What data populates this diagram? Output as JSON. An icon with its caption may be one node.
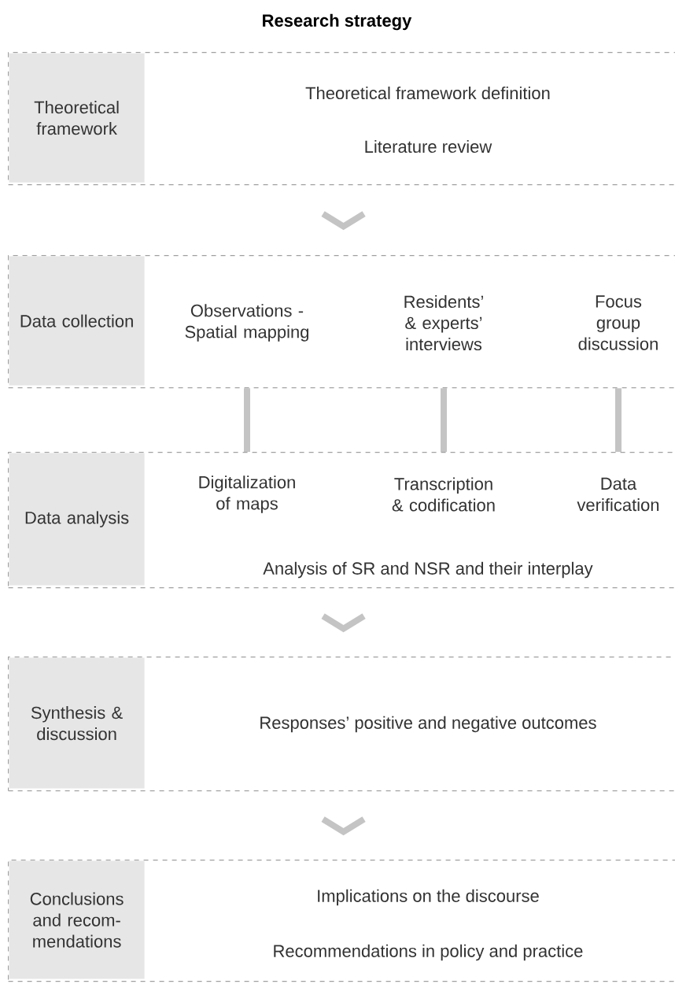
{
  "diagram": {
    "title": "Research strategy",
    "nodes": [
      {
        "text": [
          "Theoretical framework",
          "Theoretical framework definition",
          "Literature review"
        ]
      },
      {
        "text": [
          "Data collection"
        ]
      },
      {
        "text": [
          "Observations - Spatial mapping"
        ],
        "in": 1
      },
      {
        "text": [
          "Residents’ & experts’ interviews"
        ],
        "in": 1
      },
      {
        "text": [
          "Focus group discussion"
        ],
        "in": 1
      },
      {
        "text": [
          "Data analysis",
          "Analysis of SR and NSR and their interplay"
        ]
      },
      {
        "text": [
          "Digitalization of maps"
        ],
        "in": 5
      },
      {
        "text": [
          "Transcription & codification"
        ],
        "in": 5
      },
      {
        "text": [
          "Data verification"
        ],
        "in": 5
      },
      {
        "text": [
          "Synthesis & discussion",
          "Responses’ positive and negative outcomes"
        ]
      },
      {
        "text": [
          "Conclusions and recom- mendations",
          "Implications on the discourse",
          "Recommendations in policy and practice"
        ]
      }
    ],
    "edges": [
      {
        "from": 0,
        "to": 1,
        "arrow": "to"
      },
      {
        "from": 2,
        "to": 6,
        "arrow": "none"
      },
      {
        "from": 3,
        "to": 7,
        "arrow": "none"
      },
      {
        "from": 4,
        "to": 8,
        "arrow": "none"
      },
      {
        "from": 5,
        "to": 9,
        "arrow": "to"
      },
      {
        "from": 9,
        "to": 10,
        "arrow": "to"
      }
    ]
  }
}
